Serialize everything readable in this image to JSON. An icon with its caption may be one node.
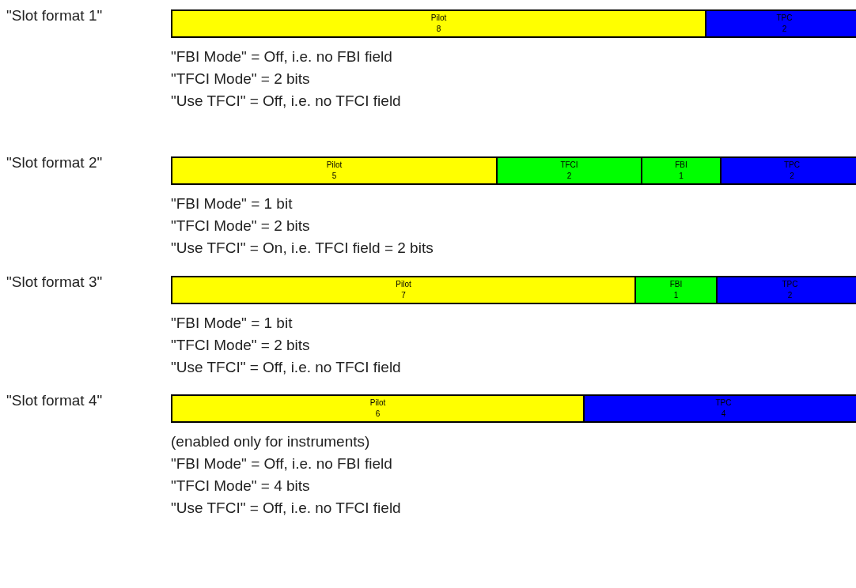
{
  "diagram": {
    "nodes": [
      {
        "text": [
          "Pilot",
          "8"
        ]
      },
      {
        "text": [
          "TPC",
          "2"
        ]
      },
      {
        "text": [
          "Pilot",
          "5"
        ]
      },
      {
        "text": [
          "TFCI",
          "2"
        ]
      },
      {
        "text": [
          "FBI",
          "1"
        ]
      },
      {
        "text": [
          "TPC",
          "2"
        ]
      },
      {
        "text": [
          "Pilot",
          "7"
        ]
      },
      {
        "text": [
          "FBI",
          "1"
        ]
      },
      {
        "text": [
          "TPC",
          "2"
        ]
      },
      {
        "text": [
          "Pilot",
          "6"
        ]
      },
      {
        "text": [
          "TPC",
          "4"
        ]
      }
    ],
    "labels": [
      "\"Slot format 1\"",
      "\"FBI Mode\" = Off, i.e. no FBI field",
      "\"TFCI Mode\" = 2 bits",
      "\"Use TFCI\" = Off, i.e. no TFCI field",
      "\"Slot format 2\"",
      "\"FBI Mode\" = 1 bit",
      "\"TFCI Mode\" = 2 bits",
      "\"Use TFCI\" = On, i.e. TFCI field = 2 bits",
      "\"Slot format 3\"",
      "\"FBI Mode\" = 1 bit",
      "\"TFCI Mode\" = 2 bits",
      "\"Use TFCI\" = Off, i.e. no TFCI field",
      "\"Slot format 4\"",
      "(enabled only for instruments)",
      "\"FBI Mode\" = Off, i.e. no FBI field",
      "\"TFCI Mode\" = 4 bits",
      "\"Use TFCI\" = Off, i.e. no TFCI field"
    ]
  }
}
